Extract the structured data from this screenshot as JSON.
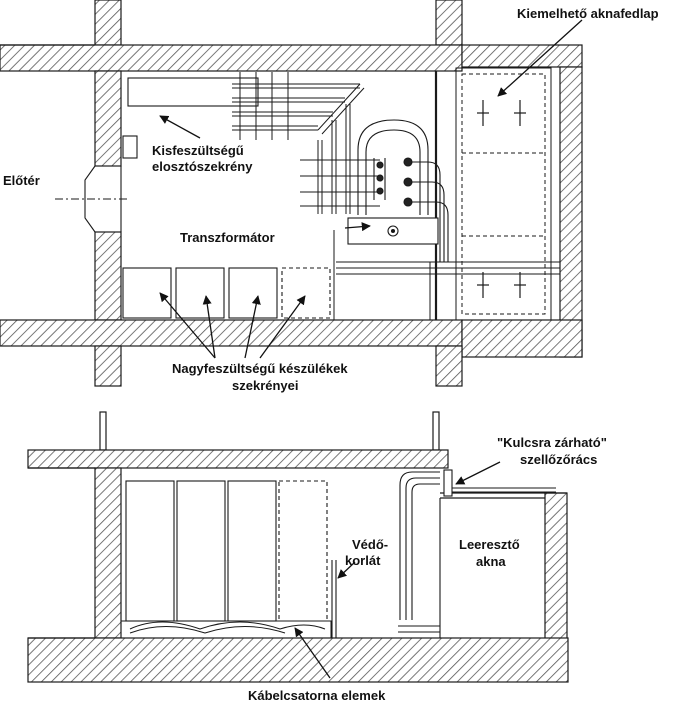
{
  "labels": {
    "cover": "Kiemelhető aknafedlap",
    "lv_panel_1": "Kisfeszültségű",
    "lv_panel_2": "elosztószekrény",
    "vestibule": "Előtér",
    "transformer": "Transzformátor",
    "hv_cabinets_1": "Nagyfeszültségű készülékek",
    "hv_cabinets_2": "szekrényei",
    "vent_1": "\"Kulcsra zárható\"",
    "vent_2": "szellőzőrács",
    "guard_1": "Védő-",
    "guard_2": "korlát",
    "drain_1": "Leeresztő",
    "drain_2": "akna",
    "cable_duct": "Kábelcsatorna elemek"
  },
  "colors": {
    "line": "#1a1a1a",
    "hatch": "#555555",
    "background": "#ffffff"
  }
}
